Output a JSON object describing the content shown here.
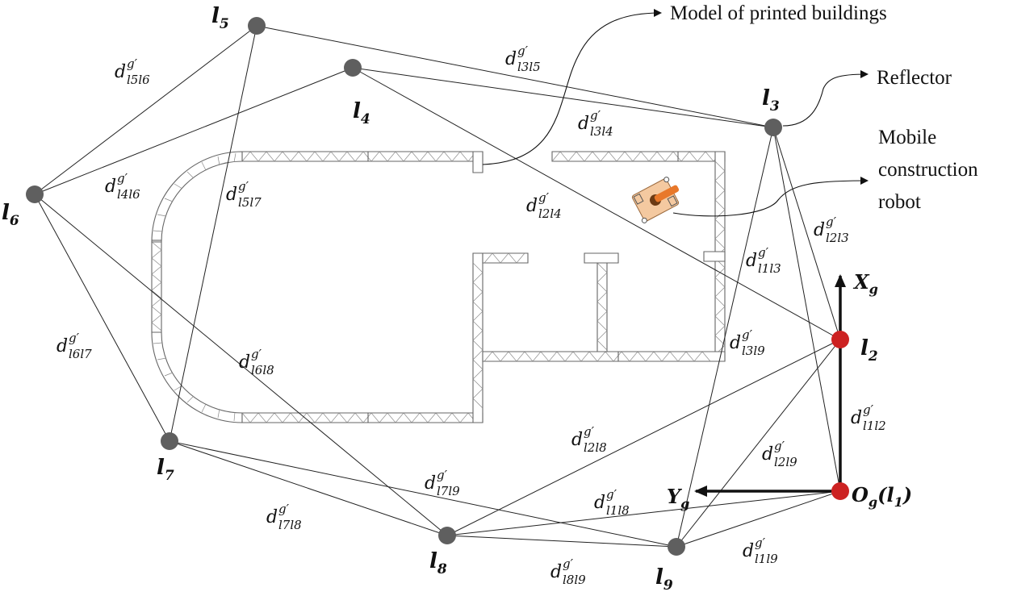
{
  "annotations": {
    "model": "Model of printed buildings",
    "reflector": "Reflector",
    "robot_line1": "Mobile",
    "robot_line2": "construction",
    "robot_line3": "robot"
  },
  "axes": {
    "x_main": "X",
    "x_sub": "g",
    "y_main": "Y",
    "y_sub": "g"
  },
  "origin": {
    "main": "O",
    "sub": "g",
    "paren_open": "(",
    "inner_main": "l",
    "inner_sub": "1",
    "paren_close": ")"
  },
  "nodes": [
    {
      "id": "l1",
      "main": "l",
      "sub": "1",
      "color": "#cc2222"
    },
    {
      "id": "l2",
      "main": "l",
      "sub": "2",
      "color": "#cc2222"
    },
    {
      "id": "l3",
      "main": "l",
      "sub": "3",
      "color": "#5f5f5f"
    },
    {
      "id": "l4",
      "main": "l",
      "sub": "4",
      "color": "#5f5f5f"
    },
    {
      "id": "l5",
      "main": "l",
      "sub": "5",
      "color": "#5f5f5f"
    },
    {
      "id": "l6",
      "main": "l",
      "sub": "6",
      "color": "#5f5f5f"
    },
    {
      "id": "l7",
      "main": "l",
      "sub": "7",
      "color": "#5f5f5f"
    },
    {
      "id": "l8",
      "main": "l",
      "sub": "8",
      "color": "#5f5f5f"
    },
    {
      "id": "l9",
      "main": "l",
      "sub": "9",
      "color": "#5f5f5f"
    }
  ],
  "distances": [
    {
      "id": "l5l6",
      "main": "d",
      "sup": "g′",
      "sub": "l5l6"
    },
    {
      "id": "l3l5",
      "main": "d",
      "sup": "g′",
      "sub": "l3l5"
    },
    {
      "id": "l3l4",
      "main": "d",
      "sup": "g′",
      "sub": "l3l4"
    },
    {
      "id": "l4l6",
      "main": "d",
      "sup": "g′",
      "sub": "l4l6"
    },
    {
      "id": "l5l7",
      "main": "d",
      "sup": "g′",
      "sub": "l5l7"
    },
    {
      "id": "l2l4",
      "main": "d",
      "sup": "g′",
      "sub": "l2l4"
    },
    {
      "id": "l2l3",
      "main": "d",
      "sup": "g′",
      "sub": "l2l3"
    },
    {
      "id": "l1l3",
      "main": "d",
      "sup": "g′",
      "sub": "l1l3"
    },
    {
      "id": "l3l9",
      "main": "d",
      "sup": "g′",
      "sub": "l3l9"
    },
    {
      "id": "l6l7",
      "main": "d",
      "sup": "g′",
      "sub": "l6l7"
    },
    {
      "id": "l6l8",
      "main": "d",
      "sup": "g′",
      "sub": "l6l8"
    },
    {
      "id": "l2l8",
      "main": "d",
      "sup": "g′",
      "sub": "l2l8"
    },
    {
      "id": "l1l2",
      "main": "d",
      "sup": "g′",
      "sub": "l1l2"
    },
    {
      "id": "l2l9",
      "main": "d",
      "sup": "g′",
      "sub": "l2l9"
    },
    {
      "id": "l7l9",
      "main": "d",
      "sup": "g′",
      "sub": "l7l9"
    },
    {
      "id": "l1l8",
      "main": "d",
      "sup": "g′",
      "sub": "l1l8"
    },
    {
      "id": "l7l8",
      "main": "d",
      "sup": "g′",
      "sub": "l7l8"
    },
    {
      "id": "l1l9",
      "main": "d",
      "sup": "g′",
      "sub": "l1l9"
    },
    {
      "id": "l8l9",
      "main": "d",
      "sup": "g′",
      "sub": "l8l9"
    }
  ],
  "colors": {
    "reflector_node": "#5f5f5f",
    "gnss_node": "#cc2222",
    "robot_body": "#f4c9a0",
    "robot_arm": "#e8782a"
  }
}
